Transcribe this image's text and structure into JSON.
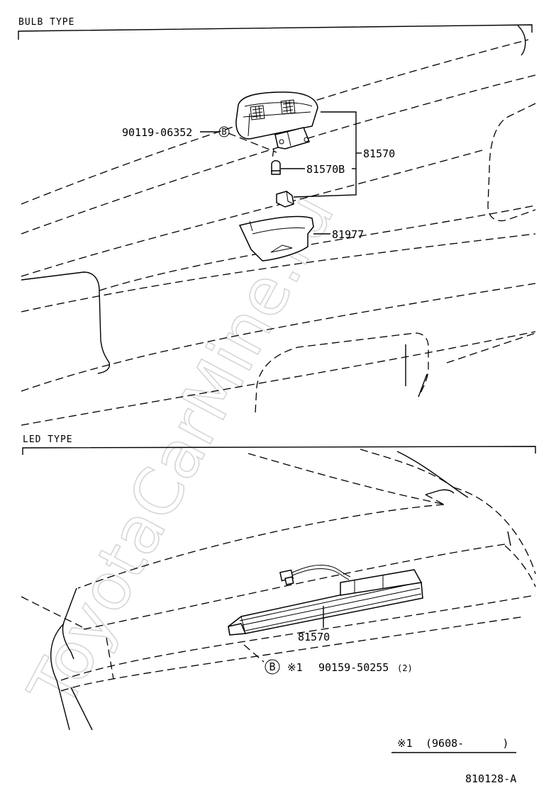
{
  "watermark": "ToyotaCarMine.ru",
  "sections": [
    {
      "title": "BULB TYPE"
    },
    {
      "title": "LED TYPE"
    }
  ],
  "bulb_labels": {
    "bolt": "90119-06352",
    "bolt_ref": "B",
    "lamp_assy": "81570",
    "bulb": "81570B",
    "cover": "81977"
  },
  "led_labels": {
    "lamp_assy": "81570",
    "screw_ref": "B",
    "screw_note": "※1",
    "screw": "90159-50255",
    "screw_qty": "(2)"
  },
  "footnote": {
    "mark": "※1",
    "range": "(9608-      )"
  },
  "figure_code": "810128-A"
}
